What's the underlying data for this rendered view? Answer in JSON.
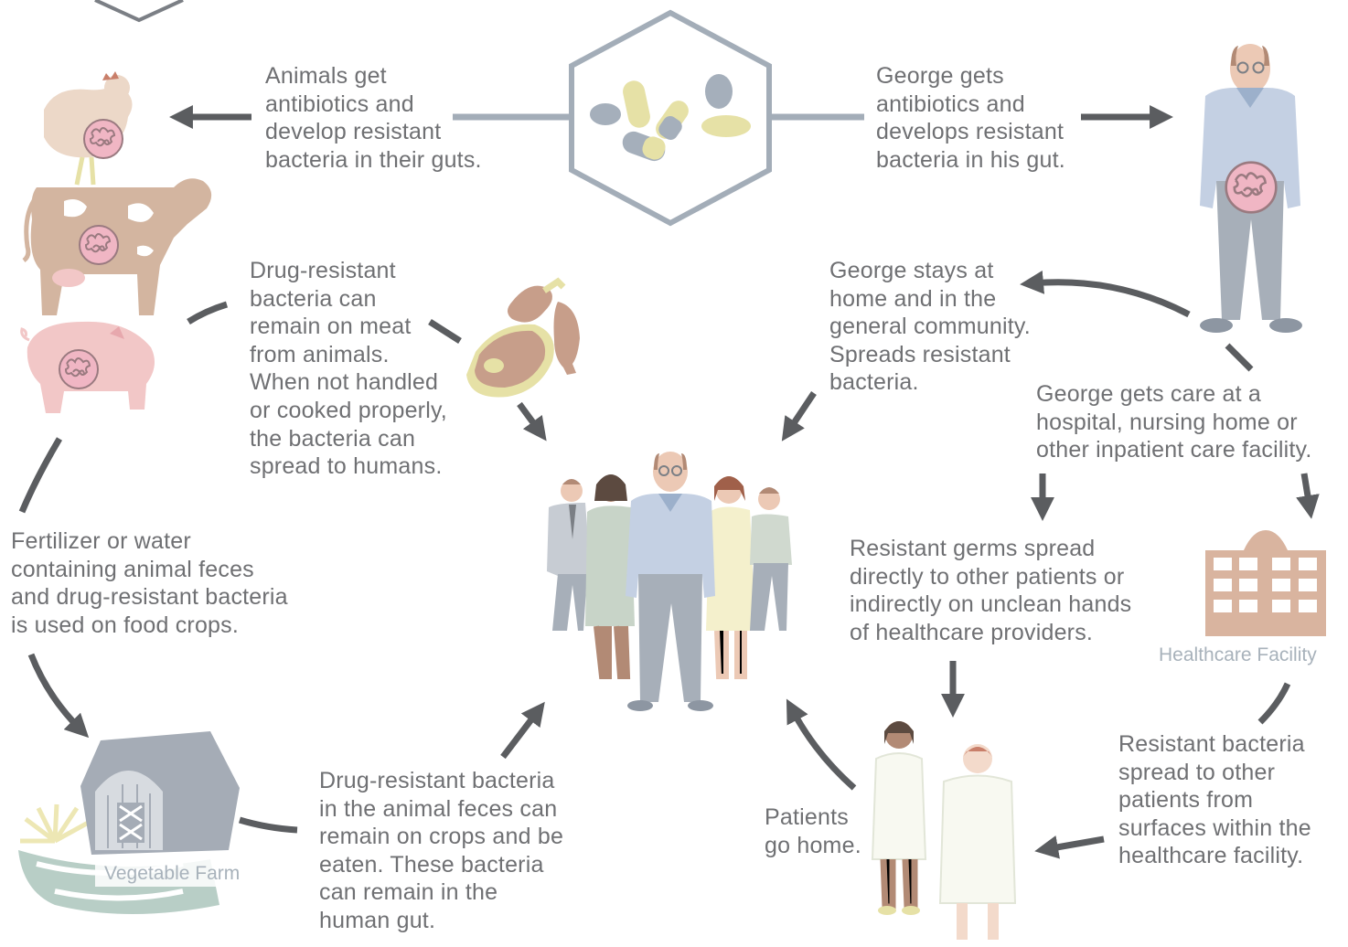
{
  "colors": {
    "arrow": "#5b5d60",
    "text": "#6f7073",
    "hex_outline": "#a3adb8",
    "pill_gray": "#a5afbb",
    "pill_yellow": "#e6e1a6",
    "animal_brown": "#d3b5a0",
    "pig_pink": "#f2c7c7",
    "gut_pink": "#f0b6c4",
    "building": "#d9b49f",
    "barn": "#a5acb6",
    "field_green": "#b8cec6",
    "sun_yellow": "#ede7b4",
    "person_shirt": "#c4d0e3",
    "person_pants": "#a7afb9"
  },
  "texts": {
    "animals": [
      "Animals get",
      "antibiotics and",
      "develop resistant",
      "bacteria in their guts."
    ],
    "george_gets": [
      "George gets",
      "antibiotics and",
      "develops resistant",
      "bacteria in his gut."
    ],
    "meat": [
      "Drug-resistant",
      "bacteria can",
      "remain on meat",
      "from animals.",
      "When not handled",
      "or cooked properly,",
      "the bacteria can",
      "spread to humans."
    ],
    "george_home": [
      "George stays at",
      "home and in the",
      "general community.",
      "Spreads resistant",
      "bacteria."
    ],
    "george_care": [
      "George gets care at a",
      "hospital, nursing home or",
      "other inpatient care facility."
    ],
    "fertilizer": [
      "Fertilizer or water",
      "containing animal feces",
      "and drug-resistant bacteria",
      "is used on food crops."
    ],
    "germs_spread": [
      "Resistant germs spread",
      "directly to other patients or",
      "indirectly on unclean hands",
      "of healthcare providers."
    ],
    "crops": [
      "Drug-resistant bacteria",
      "in the animal feces can",
      "remain on crops and be",
      "eaten. These bacteria",
      "can remain in the",
      "human gut."
    ],
    "patients_home": [
      "Patients",
      "go home."
    ],
    "surfaces": [
      "Resistant bacteria",
      "spread to other",
      "patients from",
      "surfaces within the",
      "healthcare facility."
    ]
  },
  "captions": {
    "healthcare_facility": "Healthcare Facility",
    "vegetable_farm": "Vegetable Farm"
  },
  "icons": [
    "antibiotics-hexagon-icon",
    "chicken-icon",
    "cow-icon",
    "pig-icon",
    "meat-icon",
    "george-icon",
    "community-group-icon",
    "healthcare-facility-icon",
    "barn-icon",
    "patients-icon",
    "gut-bacteria-icon"
  ]
}
